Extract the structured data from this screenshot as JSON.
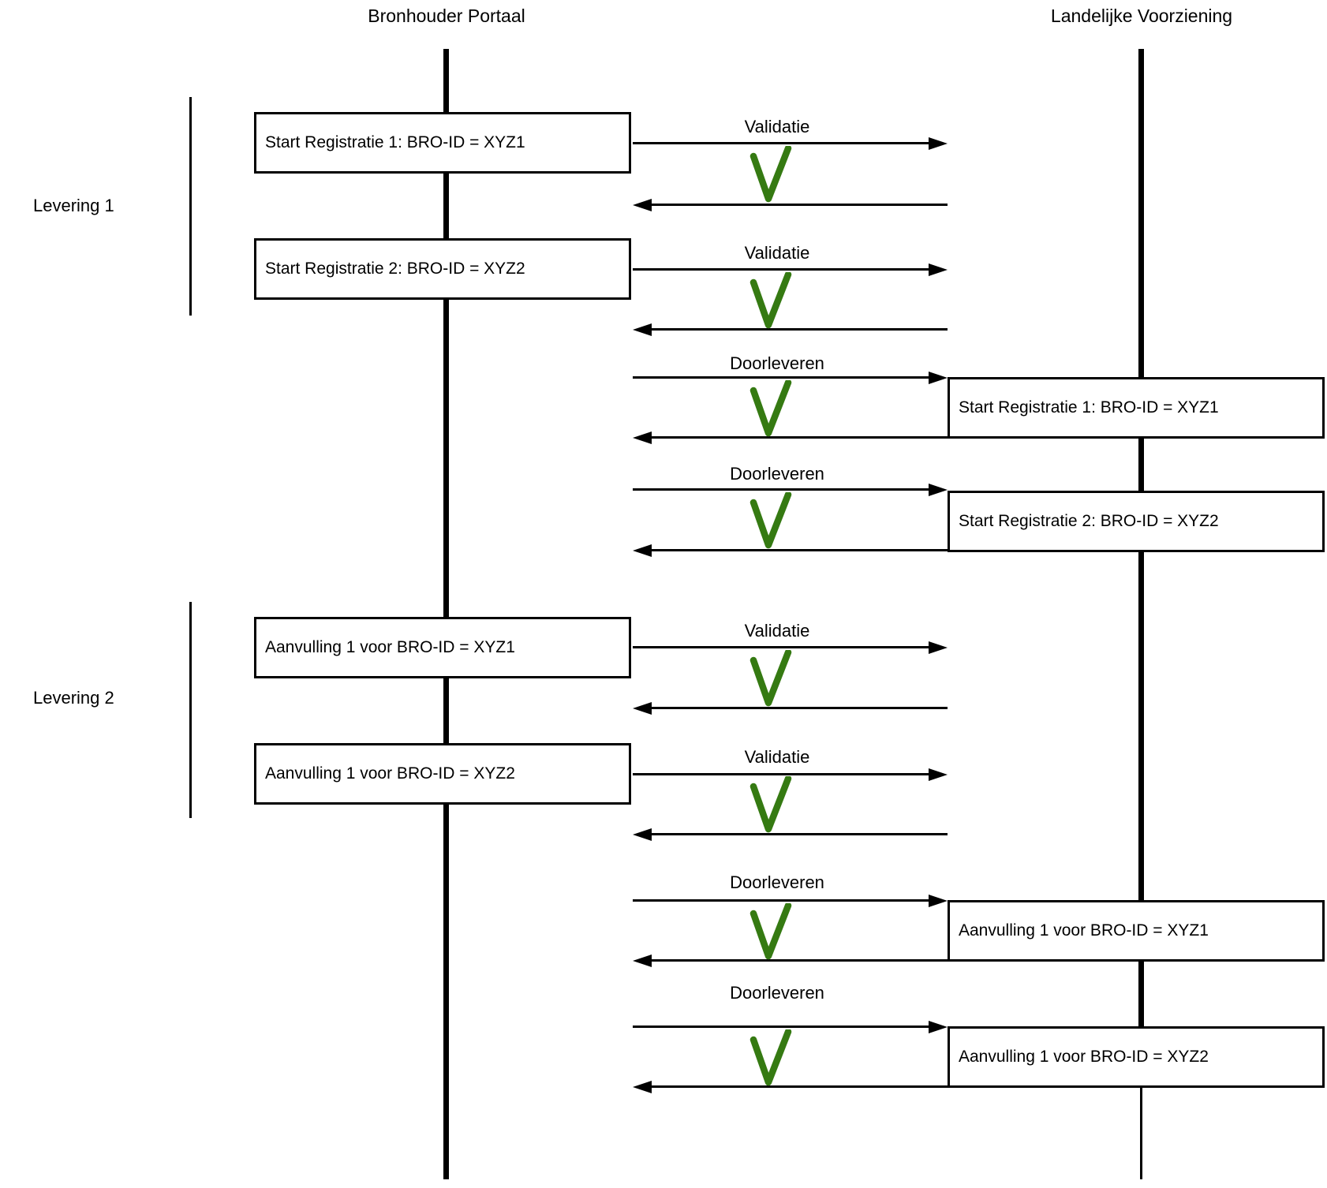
{
  "actors": [
    {
      "name": "Bronhouder Portaal"
    },
    {
      "name": "Landelijke Voorziening"
    }
  ],
  "groups": [
    {
      "label": "Levering 1"
    },
    {
      "label": "Levering 2"
    }
  ],
  "left_boxes": [
    {
      "label": "Start Registratie 1: BRO-ID = XYZ1"
    },
    {
      "label": "Start Registratie 2: BRO-ID = XYZ2"
    },
    {
      "label": "Aanvulling 1 voor BRO-ID = XYZ1"
    },
    {
      "label": "Aanvulling 1 voor BRO-ID = XYZ2"
    }
  ],
  "right_boxes": [
    {
      "label": "Start Registratie 1: BRO-ID = XYZ1"
    },
    {
      "label": "Start Registratie 2: BRO-ID = XYZ2"
    },
    {
      "label": "Aanvulling 1 voor BRO-ID = XYZ1"
    },
    {
      "label": "Aanvulling 1 voor BRO-ID = XYZ2"
    }
  ],
  "message_labels": [
    {
      "text": "Validatie"
    },
    {
      "text": "Validatie"
    },
    {
      "text": "Doorleveren"
    },
    {
      "text": "Doorleveren"
    },
    {
      "text": "Validatie"
    },
    {
      "text": "Validatie"
    },
    {
      "text": "Doorleveren"
    },
    {
      "text": "Doorleveren"
    }
  ],
  "icons": {
    "check": "green-checkmark"
  },
  "colors": {
    "check_green": "#357a12",
    "line_black": "#000000"
  }
}
